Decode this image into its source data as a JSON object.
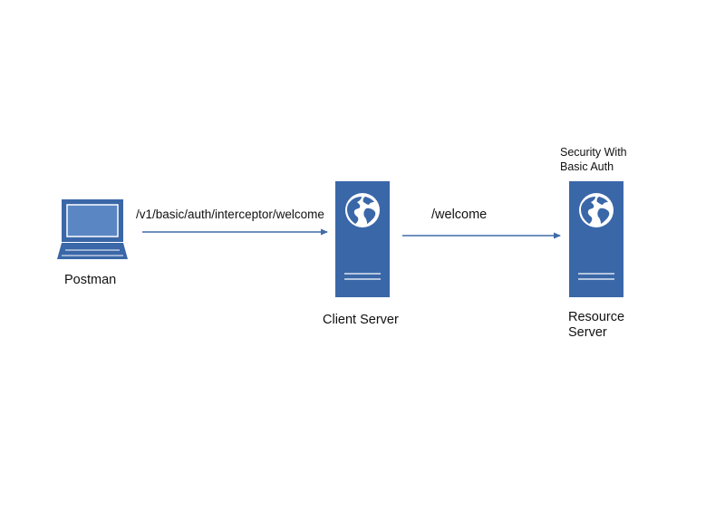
{
  "colors": {
    "node_fill": "#3a67a8",
    "laptop_screen": "#5a86c4",
    "arrow": "#3f6ba8",
    "background": "#ffffff"
  },
  "nodes": {
    "postman": {
      "icon": "laptop-icon",
      "label": "Postman"
    },
    "client_server": {
      "icon": "server-globe-icon",
      "label": "Client Server"
    },
    "resource_server": {
      "icon": "server-globe-icon",
      "label": "Resource Server",
      "note": "Security With Basic Auth"
    }
  },
  "edges": [
    {
      "from": "postman",
      "to": "client_server",
      "label": "/v1/basic/auth/interceptor/welcome"
    },
    {
      "from": "client_server",
      "to": "resource_server",
      "label": "/welcome"
    }
  ]
}
